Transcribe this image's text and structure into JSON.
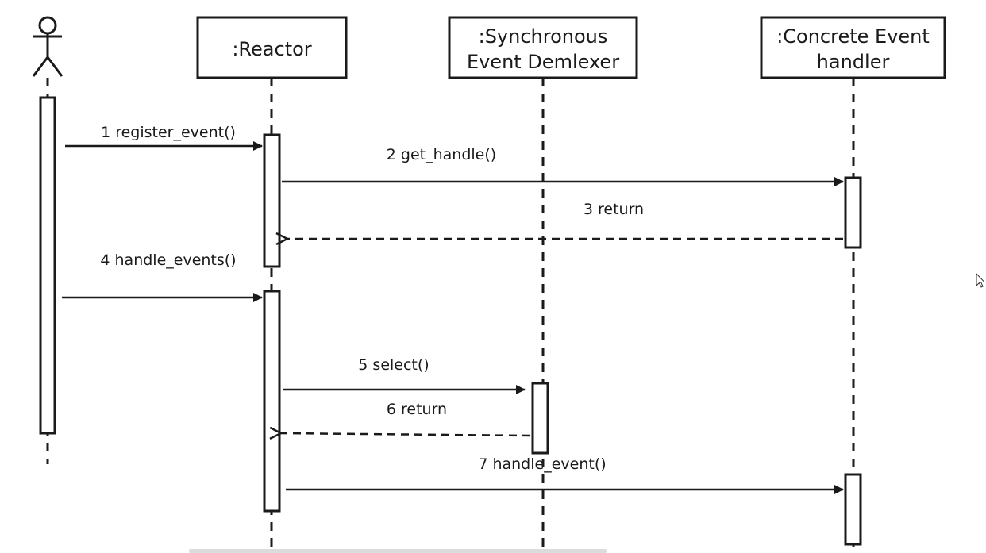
{
  "diagram": {
    "type": "sequence",
    "participants": [
      {
        "id": "user",
        "kind": "actor",
        "lines": []
      },
      {
        "id": "reactor",
        "kind": "object",
        "lines": [
          ":Reactor"
        ]
      },
      {
        "id": "demux",
        "kind": "object",
        "lines": [
          ":Synchronous",
          "Event Demlexer"
        ]
      },
      {
        "id": "handler",
        "kind": "object",
        "lines": [
          ":Concrete Event",
          "handler"
        ]
      }
    ],
    "messages": [
      {
        "label": "1 register_event()",
        "from": "user",
        "to": "reactor",
        "style": "sync"
      },
      {
        "label": "2 get_handle()",
        "from": "reactor",
        "to": "handler",
        "style": "sync"
      },
      {
        "label": "3 return",
        "from": "handler",
        "to": "reactor",
        "style": "return"
      },
      {
        "label": "4 handle_events()",
        "from": "user",
        "to": "reactor",
        "style": "sync"
      },
      {
        "label": "5 select()",
        "from": "reactor",
        "to": "demux",
        "style": "sync"
      },
      {
        "label": "6 return",
        "from": "demux",
        "to": "reactor",
        "style": "return"
      },
      {
        "label": "7 handle_event()",
        "from": "reactor",
        "to": "handler",
        "style": "sync"
      }
    ]
  },
  "icons": {
    "cursor": "mouse-pointer-icon",
    "actor": "stick-figure-icon"
  },
  "colors": {
    "stroke": "#1a1a1a",
    "background": "#ffffff"
  }
}
